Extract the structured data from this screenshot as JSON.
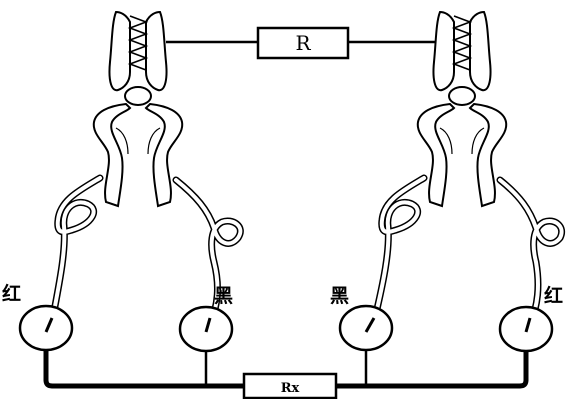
{
  "labels": {
    "top_resistor": "R",
    "bottom_resistor": "Rx",
    "left_outer": "红",
    "left_inner": "黑",
    "right_inner": "黑",
    "right_outer": "红"
  }
}
